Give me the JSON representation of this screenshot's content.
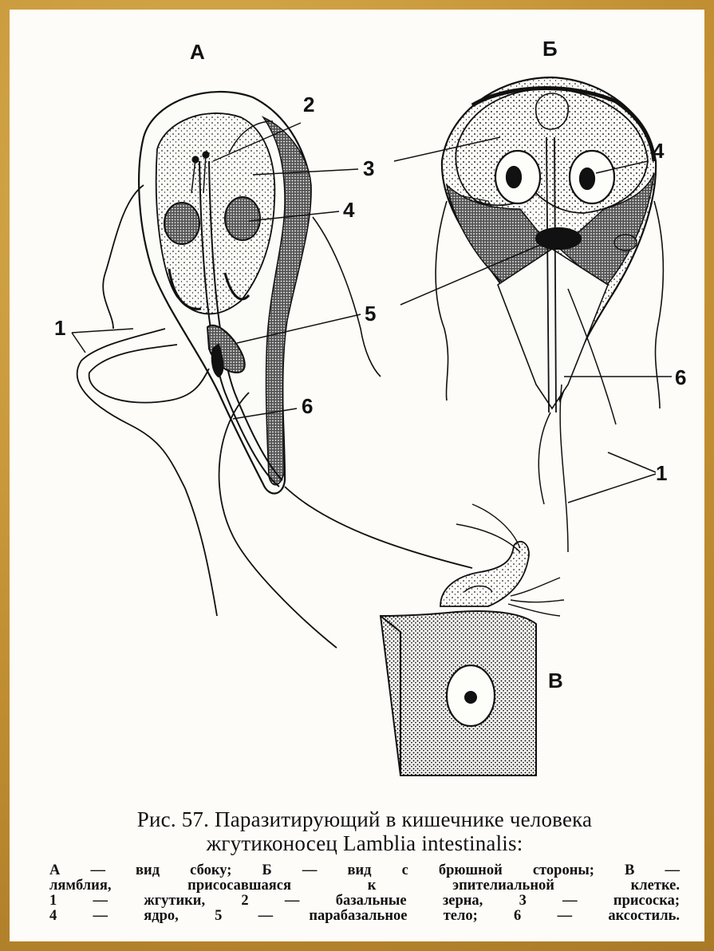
{
  "figure": {
    "panel_labels": {
      "a": "А",
      "b": "Б",
      "c": "В"
    },
    "part_numbers": {
      "a_1": "1",
      "a_2": "2",
      "a_3": "3",
      "a_4": "4",
      "a_5": "5",
      "a_6": "6",
      "b_4": "4",
      "b_6": "6",
      "b_1": "1"
    }
  },
  "caption": {
    "line1": "Рис. 57. Паразитирующий в кишечнике человека",
    "line2": "жгутиконосец Lamblia intestinalis:",
    "legend": [
      "А — вид сбоку; Б — вид с брюшной стороны; В —",
      "лямблия, присосавшаяся к эпителиальной клетке.",
      "1 — жгутики, 2 — базальные зерна, 3 — присоска;",
      "4 — ядро, 5 — парабазальное тело; 6 — аксостиль."
    ]
  }
}
